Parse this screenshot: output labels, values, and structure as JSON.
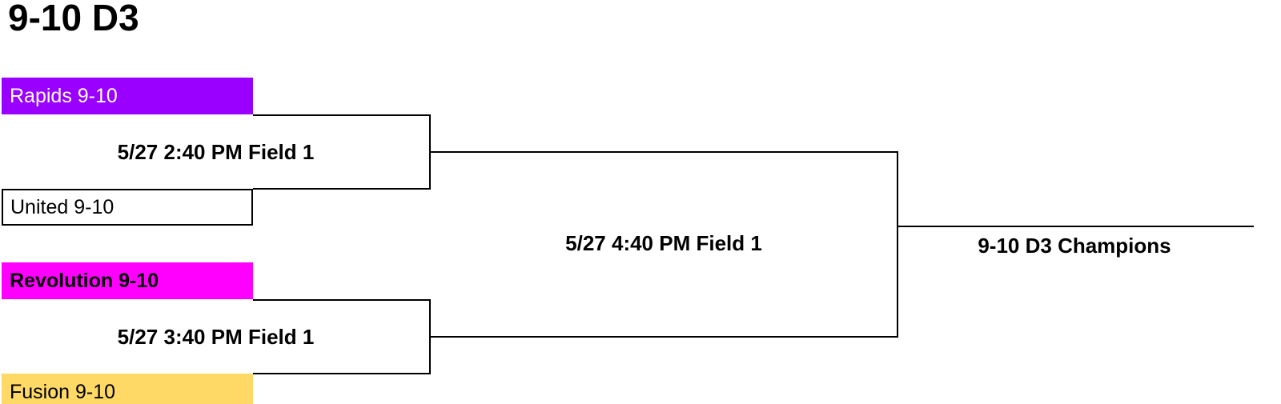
{
  "page": {
    "title": "9-10 D3"
  },
  "colors": {
    "rapids": "#9900ff",
    "revolution": "#ff00ff",
    "fusion": "#ffd966",
    "united": "#ffffff",
    "line": "#000000"
  },
  "bracket": {
    "round1": [
      {
        "game": "5/27 2:40 PM Field 1",
        "team_top": "Rapids 9-10",
        "team_bottom": "United 9-10"
      },
      {
        "game": "5/27 3:40 PM Field 1",
        "team_top": "Revolution 9-10",
        "team_bottom": "Fusion 9-10"
      }
    ],
    "final": {
      "game": "5/27 4:40 PM Field 1"
    },
    "champion": {
      "label": "9-10 D3 Champions"
    }
  }
}
